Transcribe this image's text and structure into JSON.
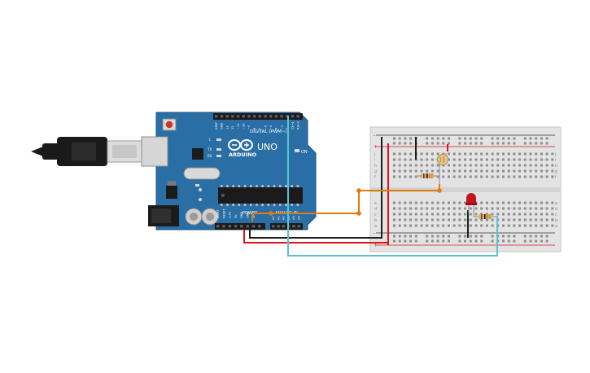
{
  "board": {
    "brand": "ARDUINO",
    "model": "UNO",
    "digital_label": "DIGITAL (PWM~)",
    "power_label": "POWER",
    "analog_label": "ANALOG IN",
    "on_label": "ON",
    "led_l": "L",
    "led_tx": "TX",
    "led_rx": "RX",
    "digital_pins": [
      "AREF",
      "GND",
      "13",
      "12",
      "~11",
      "~10",
      "~9",
      "8",
      "7",
      "~6",
      "~5",
      "4",
      "~3",
      "2",
      "TX→1",
      "RX←0"
    ],
    "power_pins": [
      "IOREF",
      "RESET",
      "3.3V",
      "5V",
      "GND",
      "GND",
      "Vin"
    ],
    "analog_pins": [
      "A0",
      "A1",
      "A2",
      "A3",
      "A4",
      "A5"
    ]
  },
  "breadboard": {
    "row_letters": [
      "j",
      "i",
      "h",
      "g",
      "f",
      "e",
      "d",
      "c",
      "b",
      "a"
    ],
    "plus": "+",
    "minus": "-"
  },
  "colors": {
    "board": "#2a6ea6",
    "wire_orange": "#e07b0c",
    "wire_red": "#d9141b",
    "wire_black": "#1e1e1e",
    "wire_cyan": "#5bc1d3",
    "led_red": "#c4161c"
  }
}
